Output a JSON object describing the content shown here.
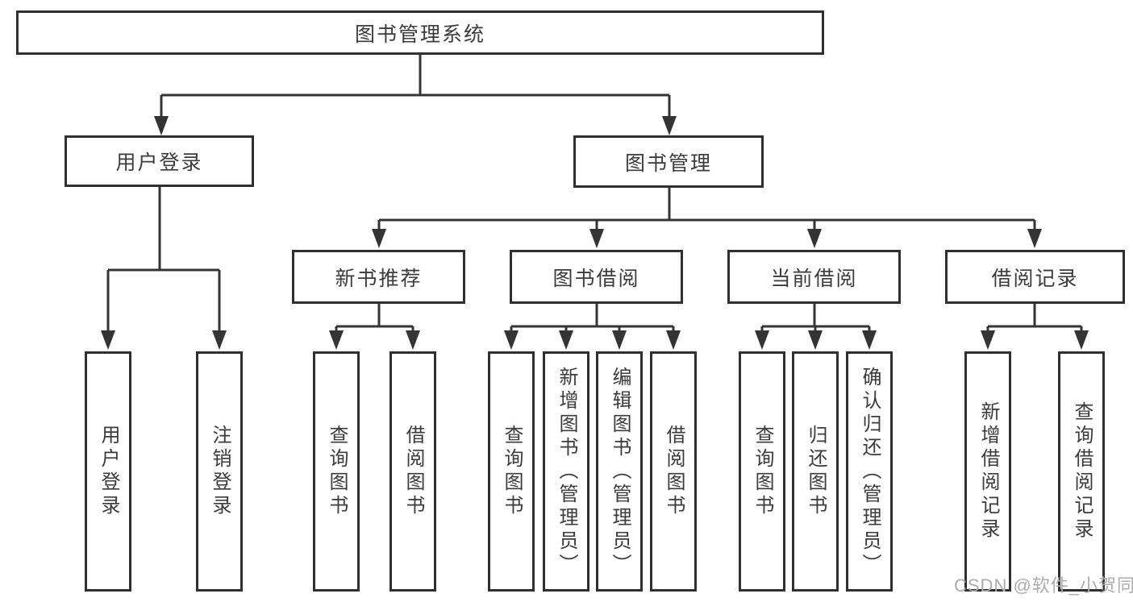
{
  "diagram": {
    "root": {
      "label": "图书管理系统"
    },
    "level2": [
      {
        "label": "用户登录"
      },
      {
        "label": "图书管理"
      }
    ],
    "level3": [
      {
        "label": "新书推荐"
      },
      {
        "label": "图书借阅"
      },
      {
        "label": "当前借阅"
      },
      {
        "label": "借阅记录"
      }
    ],
    "leaves": {
      "user_login": [
        {
          "label": "用户登录"
        },
        {
          "label": "注销登录"
        }
      ],
      "new_book": [
        {
          "label": "查询图书"
        },
        {
          "label": "借阅图书"
        }
      ],
      "book_borrow": [
        {
          "label": "查询图书"
        },
        {
          "label": "新增图书（管理员）"
        },
        {
          "label": "编辑图书（管理员）"
        },
        {
          "label": "借阅图书"
        }
      ],
      "current_borrow": [
        {
          "label": "查询图书"
        },
        {
          "label": "归还图书"
        },
        {
          "label": "确认归还（管理员）"
        }
      ],
      "borrow_records": [
        {
          "label": "新增借阅记录"
        },
        {
          "label": "查询借阅记录"
        }
      ]
    }
  },
  "watermark": {
    "text": "CSDN @软件_小贺同学"
  },
  "colors": {
    "line": "#343434",
    "border": "#303030",
    "text": "#3b3b3b",
    "background": "#ffffff",
    "watermark": "#acacac"
  }
}
